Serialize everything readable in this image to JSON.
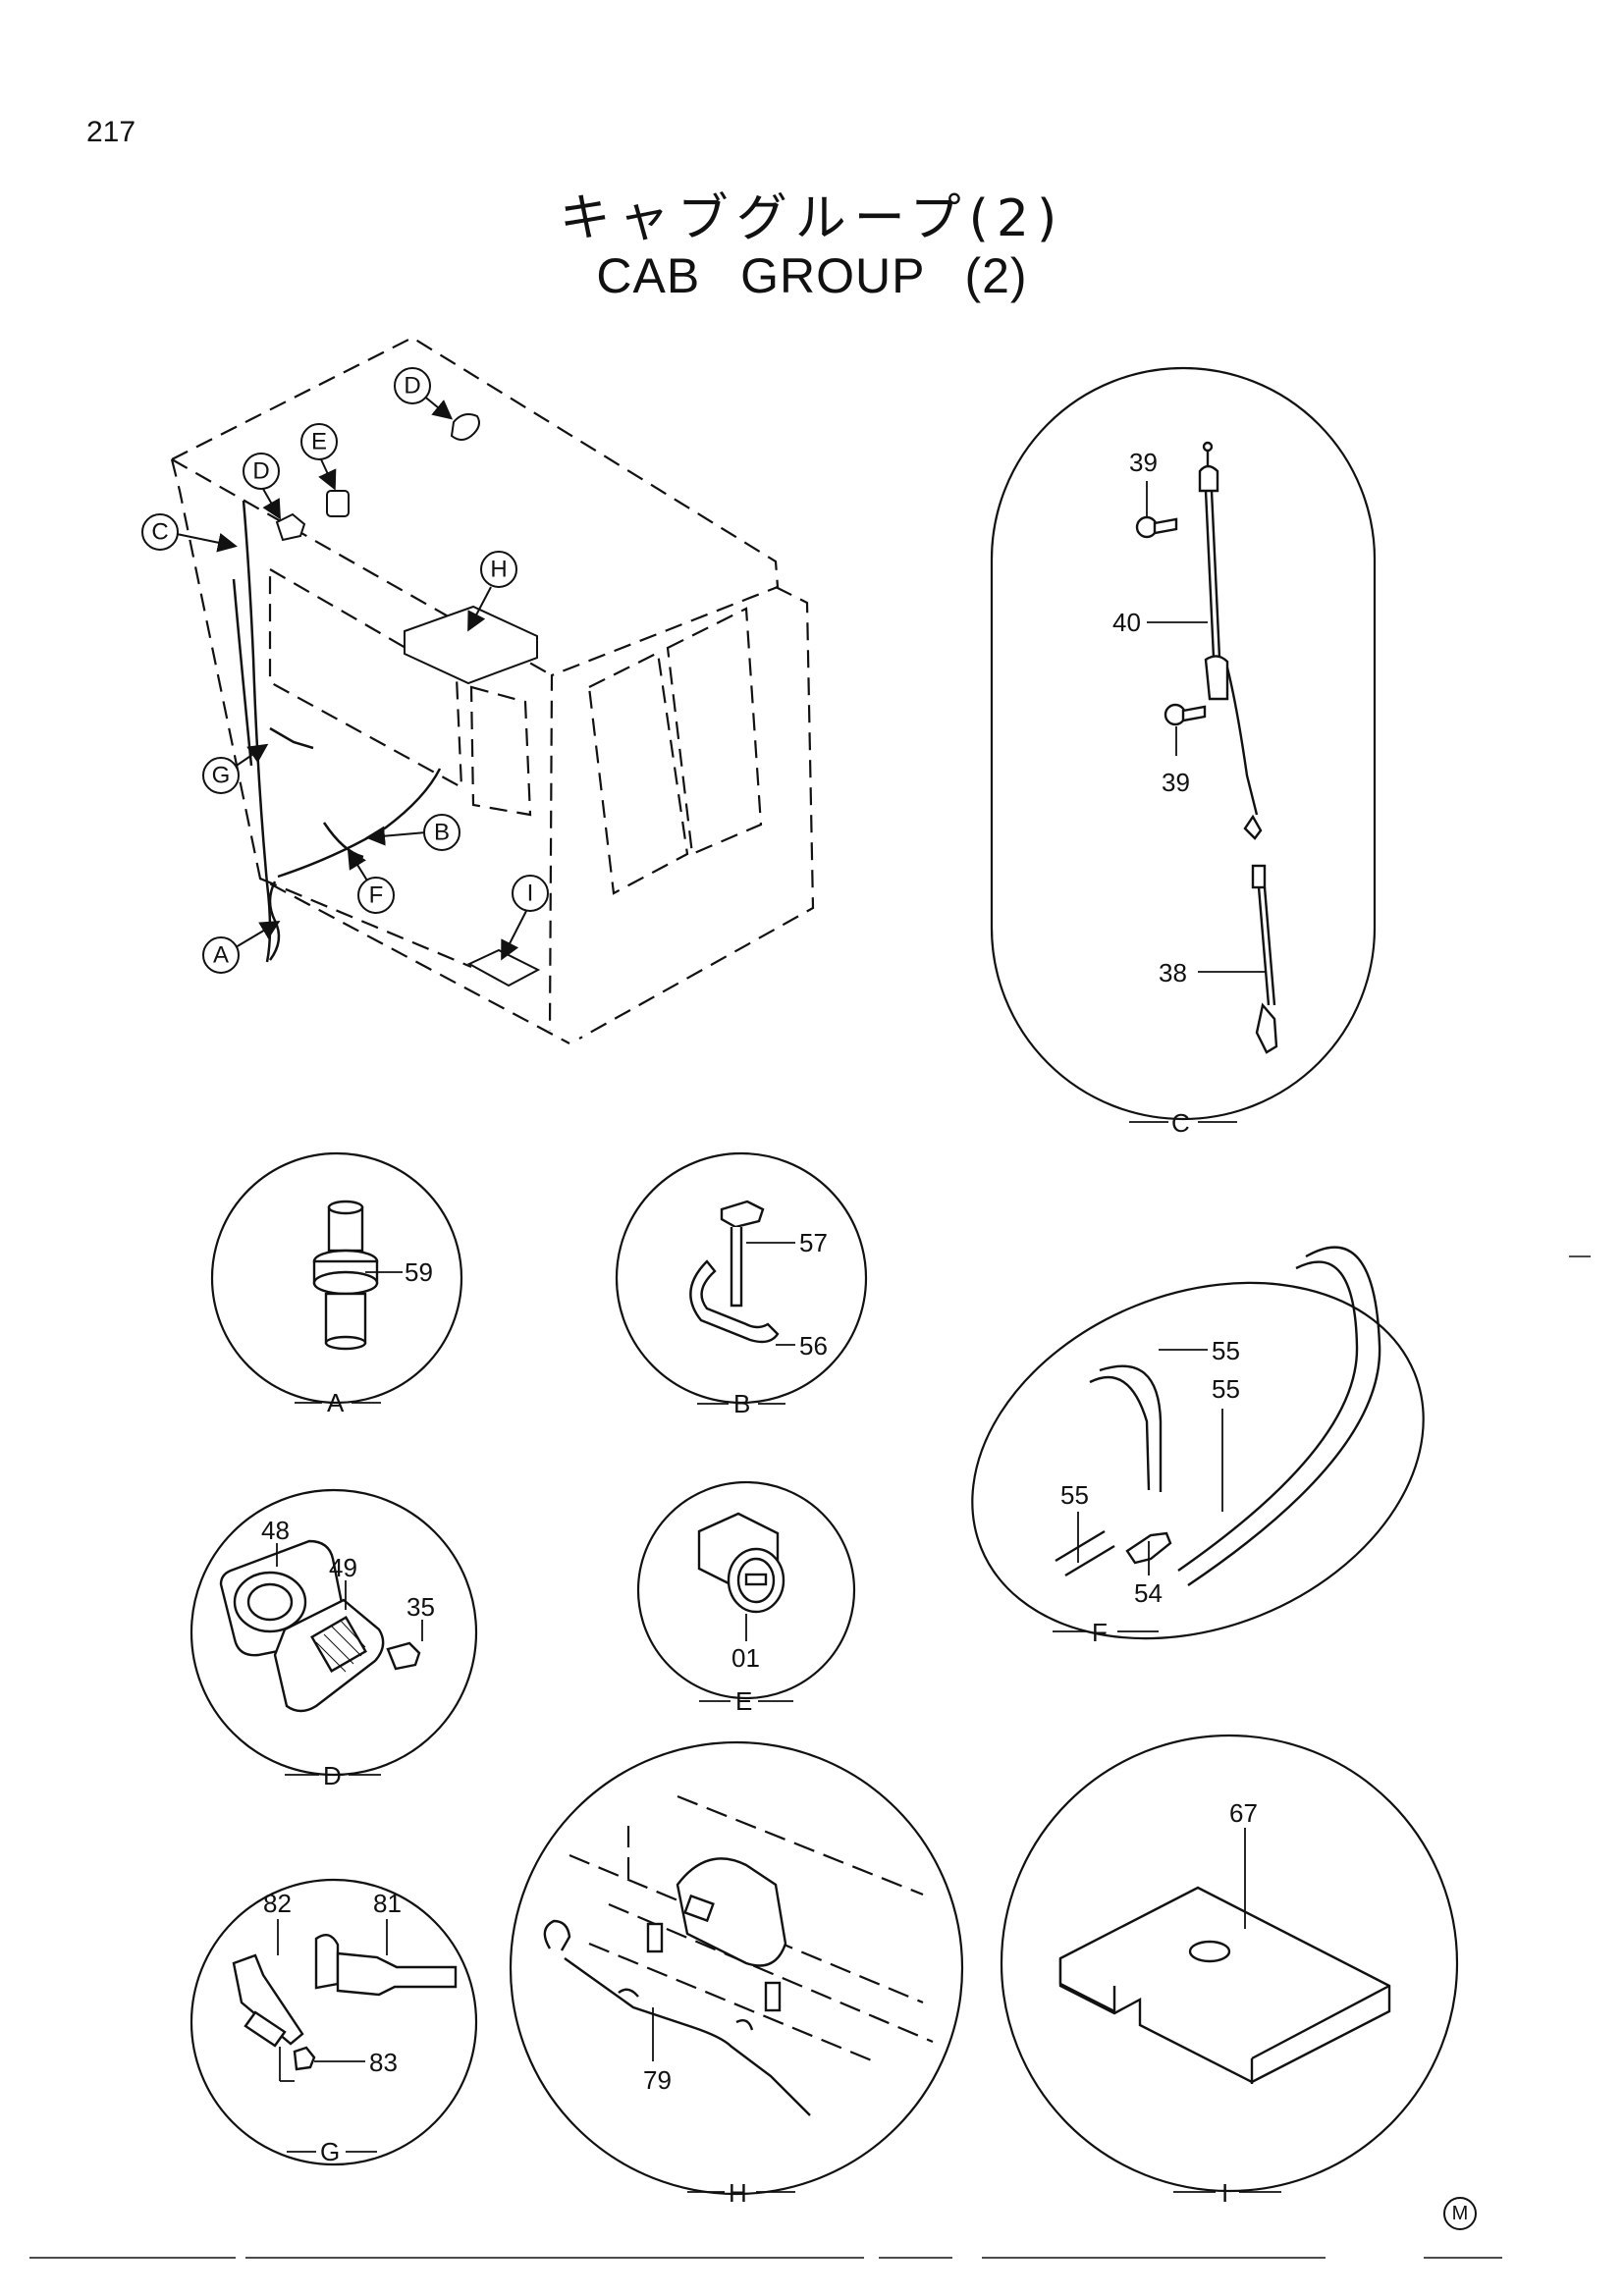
{
  "header": {
    "page_number": "217",
    "title_ja": "キャブグループ(2)",
    "title_en": "CAB GROUP (2)"
  },
  "overview": {
    "callouts": [
      "D",
      "E",
      "D",
      "C",
      "H",
      "G",
      "B",
      "F",
      "A",
      "I"
    ]
  },
  "details": {
    "A": {
      "caption": "A",
      "parts": [
        "59"
      ]
    },
    "B": {
      "caption": "B",
      "parts": [
        "57",
        "56"
      ]
    },
    "C": {
      "caption": "C",
      "parts": [
        "39",
        "40",
        "39",
        "38"
      ]
    },
    "D": {
      "caption": "D",
      "parts": [
        "48",
        "49",
        "35"
      ]
    },
    "E": {
      "caption": "E",
      "parts": [
        "01"
      ]
    },
    "F": {
      "caption": "F",
      "parts": [
        "55",
        "55",
        "55",
        "54"
      ]
    },
    "G": {
      "caption": "G",
      "parts": [
        "82",
        "81",
        "83"
      ]
    },
    "H": {
      "caption": "H",
      "parts": [
        "79"
      ]
    },
    "I": {
      "caption": "I",
      "parts": [
        "67"
      ]
    }
  },
  "footer": {
    "mark": "M"
  }
}
